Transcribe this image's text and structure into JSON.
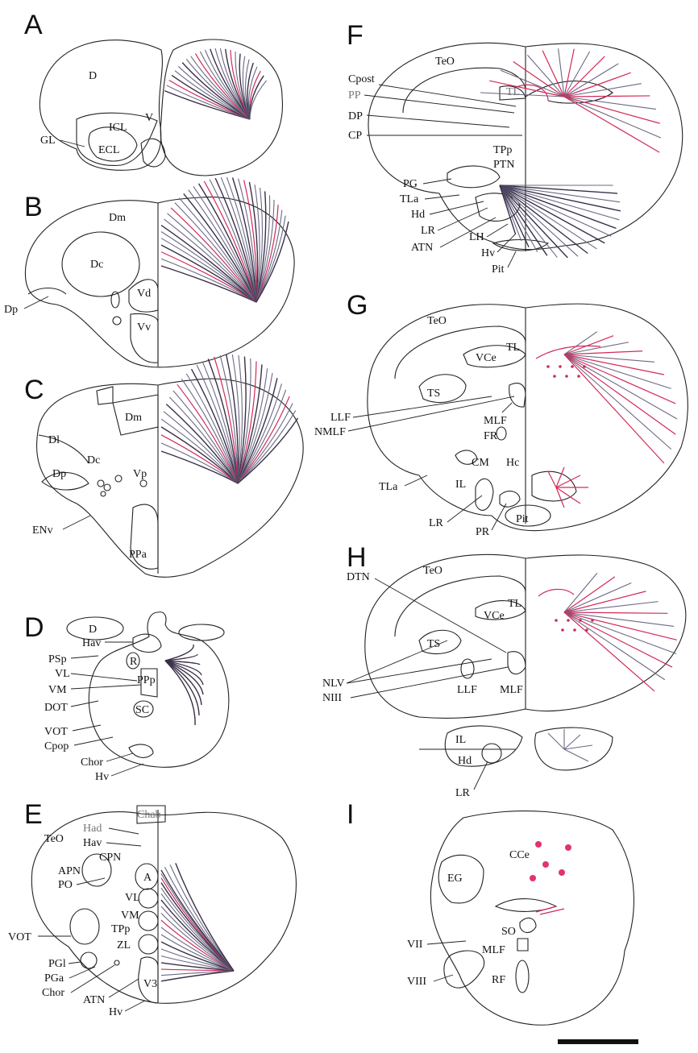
{
  "panels": {
    "A": {
      "letter": "A",
      "labels": {
        "D": "D",
        "GL": "GL",
        "ICL": "ICL",
        "ECL": "ECL",
        "V": "V"
      }
    },
    "B": {
      "letter": "B",
      "labels": {
        "Dm": "Dm",
        "Dc": "Dc",
        "Vd": "Vd",
        "Vv": "Vv",
        "Dp": "Dp"
      }
    },
    "C": {
      "letter": "C",
      "labels": {
        "Dl": "Dl",
        "Dm": "Dm",
        "Dc": "Dc",
        "Dp": "Dp",
        "Vp": "Vp",
        "ENv": "ENv",
        "PPa": "PPa"
      }
    },
    "D": {
      "letter": "D",
      "labels": {
        "D": "D",
        "Hav": "Hav",
        "PSp": "PSp",
        "R": "R",
        "VL": "VL",
        "VM": "VM",
        "PPp": "PPp",
        "DOT": "DOT",
        "SC": "SC",
        "VOT": "VOT",
        "Cpop": "Cpop",
        "Chor": "Chor",
        "Hv": "Hv"
      }
    },
    "E": {
      "letter": "E",
      "labels": {
        "Chab": "Chab",
        "Had": "Had",
        "TeO": "TeO",
        "Hav": "Hav",
        "CPN": "CPN",
        "APN": "APN",
        "A": "A",
        "PO": "PO",
        "VL": "VL",
        "VM": "VM",
        "TPp": "TPp",
        "ZL": "ZL",
        "VOT": "VOT",
        "PGl": "PGl",
        "PGa": "PGa",
        "Chor": "Chor",
        "V3": "V3",
        "ATN": "ATN",
        "Hv": "Hv"
      }
    },
    "F": {
      "letter": "F",
      "labels": {
        "TeO": "TeO",
        "Cpost": "Cpost",
        "TL": "TL",
        "PP": "PP",
        "DP": "DP",
        "CP": "CP",
        "TPp": "TPp",
        "PTN": "PTN",
        "PG": "PG",
        "TLa": "TLa",
        "Hd": "Hd",
        "LR": "LR",
        "ATN": "ATN",
        "LH": "LH",
        "Hv": "Hv",
        "Pit": "Pit"
      }
    },
    "G": {
      "letter": "G",
      "labels": {
        "TeO": "TeO",
        "TL": "TL",
        "VCe": "VCe",
        "TS": "TS",
        "MLF": "MLF",
        "LLF": "LLF",
        "NMLF": "NMLF",
        "FR": "FR",
        "CM": "CM",
        "Hc": "Hc",
        "TLa": "TLa",
        "IL": "IL",
        "LR": "LR",
        "PR": "PR",
        "Pit": "Pit"
      }
    },
    "H": {
      "letter": "H",
      "labels": {
        "TeO": "TeO",
        "DTN": "DTN",
        "TL": "TL",
        "VCe": "VCe",
        "TS": "TS",
        "NLV": "NLV",
        "NIII": "NIII",
        "LLF": "LLF",
        "MLF": "MLF",
        "IL": "IL",
        "Hd": "Hd",
        "LR": "LR"
      }
    },
    "I": {
      "letter": "I",
      "labels": {
        "CCe": "CCe",
        "EG": "EG",
        "SO": "SO",
        "VII": "VII",
        "MLF": "MLF",
        "VIII": "VIII",
        "RF": "RF"
      }
    }
  },
  "colors": {
    "outline": "#222222",
    "fiber_gray": "#6b6a85",
    "fiber_dark": "#3a2f48",
    "fiber_red": "#d22a5a",
    "gray_label": "#777777"
  }
}
